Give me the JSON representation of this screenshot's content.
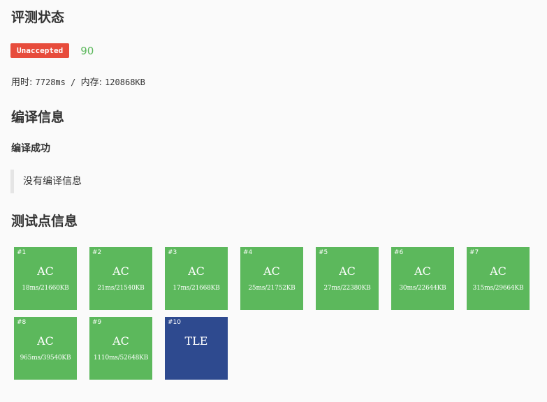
{
  "status": {
    "title": "评测状态",
    "badge": "Unaccepted",
    "score": "90",
    "usage_time_label": "用时: ",
    "usage_time": "7728ms",
    "usage_sep": " / ",
    "usage_mem_label": "内存: ",
    "usage_mem": "120868KB"
  },
  "compile": {
    "title": "编译信息",
    "status": "编译成功",
    "message": "没有编译信息"
  },
  "tests": {
    "title": "测试点信息",
    "cases": [
      {
        "id": "#1",
        "result": "AC",
        "info": "18ms/21660KB"
      },
      {
        "id": "#2",
        "result": "AC",
        "info": "21ms/21540KB"
      },
      {
        "id": "#3",
        "result": "AC",
        "info": "17ms/21668KB"
      },
      {
        "id": "#4",
        "result": "AC",
        "info": "25ms/21752KB"
      },
      {
        "id": "#5",
        "result": "AC",
        "info": "27ms/22380KB"
      },
      {
        "id": "#6",
        "result": "AC",
        "info": "30ms/22644KB"
      },
      {
        "id": "#7",
        "result": "AC",
        "info": "315ms/29664KB"
      },
      {
        "id": "#8",
        "result": "AC",
        "info": "965ms/39540KB"
      },
      {
        "id": "#9",
        "result": "AC",
        "info": "1110ms/52648KB"
      },
      {
        "id": "#10",
        "result": "TLE",
        "info": ""
      }
    ]
  },
  "colors": {
    "ac": "#5cb85c",
    "tle": "#2e4a8f",
    "badge": "#e74c3c"
  }
}
